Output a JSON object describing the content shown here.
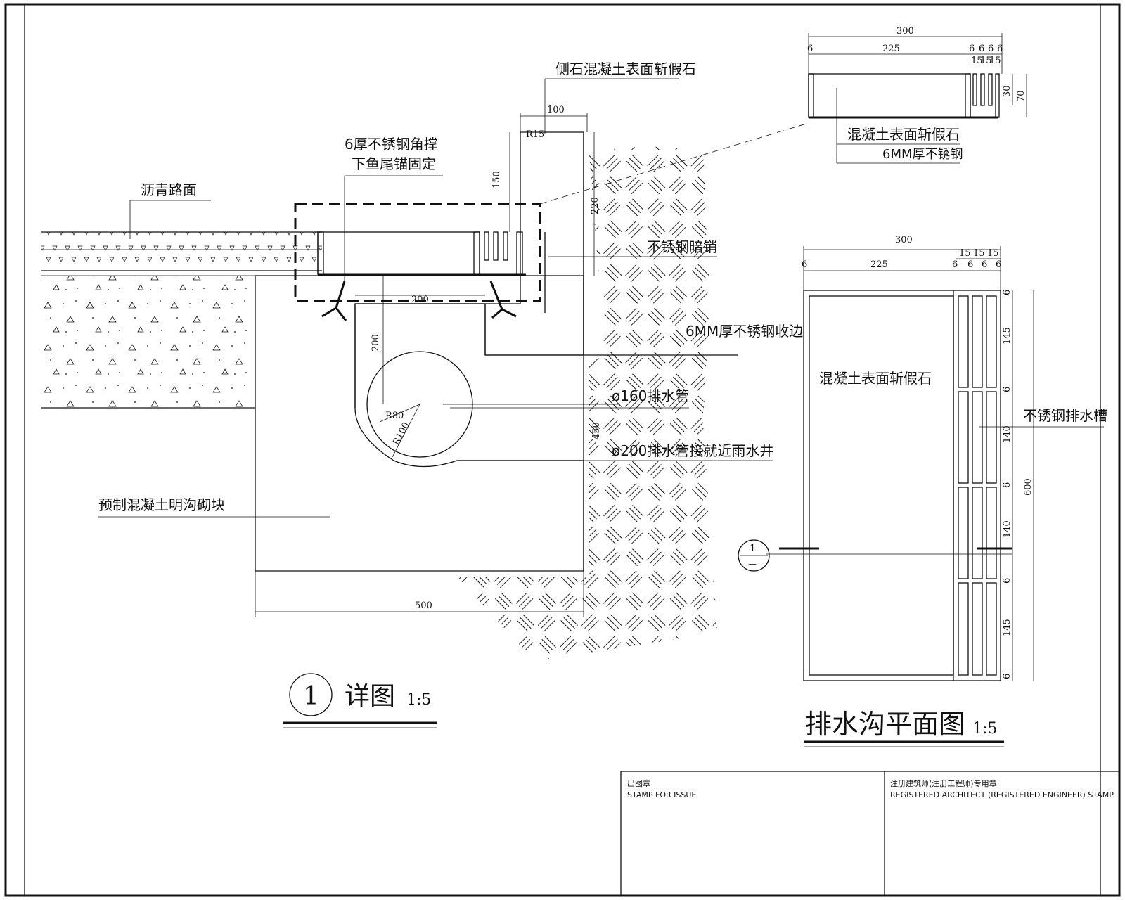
{
  "labels": {
    "side_stone": "侧石混凝土表面斩假石",
    "steel_support_line1": "6厚不锈钢角撑",
    "steel_support_line2": "下鱼尾锚固定",
    "asphalt": "沥青路面",
    "hidden_pin": "不锈钢暗销",
    "steel_edge": "6MM厚不锈钢收边",
    "pipe160": "ø160排水管",
    "pipe200": "ø200排水管接就近雨水井",
    "precast_block": "预制混凝土明沟砌块",
    "detail_surface": "混凝土表面斩假石",
    "detail_steel": "6MM厚不锈钢",
    "plan_surface": "混凝土表面斩假石",
    "plan_channel": "不锈钢排水槽"
  },
  "dimensions": {
    "d100": "100",
    "r15": "R15",
    "d150": "150",
    "d220": "220",
    "d200_h": "200",
    "d200_v": "200",
    "r80": "R80",
    "r100": "R100",
    "d450": "450",
    "d500": "500",
    "det_300": "300",
    "det_225": "225",
    "det_6": "6",
    "det_6s": [
      "6",
      "6",
      "6",
      "6"
    ],
    "det_15s": [
      "15",
      "15",
      "15"
    ],
    "det_30": "30",
    "det_70": "70",
    "plan_300": "300",
    "plan_225": "225",
    "plan_6": "6",
    "plan_15s": [
      "15",
      "15",
      "15"
    ],
    "plan_6s": [
      "6",
      "6",
      "6",
      "6"
    ],
    "plan_600": "600",
    "plan_vert": [
      "145",
      "140",
      "140",
      "145"
    ],
    "plan_6v": [
      "6",
      "6",
      "6",
      "6",
      "6"
    ]
  },
  "titles": {
    "detail_number": "1",
    "detail_title": "详图",
    "detail_scale": "1:5",
    "plan_title": "排水沟平面图",
    "plan_scale": "1:5",
    "section_top": "1",
    "section_bottom": "—"
  },
  "title_block": {
    "left_cn": "出图章",
    "left_en": "STAMP FOR ISSUE",
    "right_cn": "注册建筑师(注册工程师)专用章",
    "right_en": "REGISTERED ARCHITECT (REGISTERED ENGINEER) STAMP"
  }
}
